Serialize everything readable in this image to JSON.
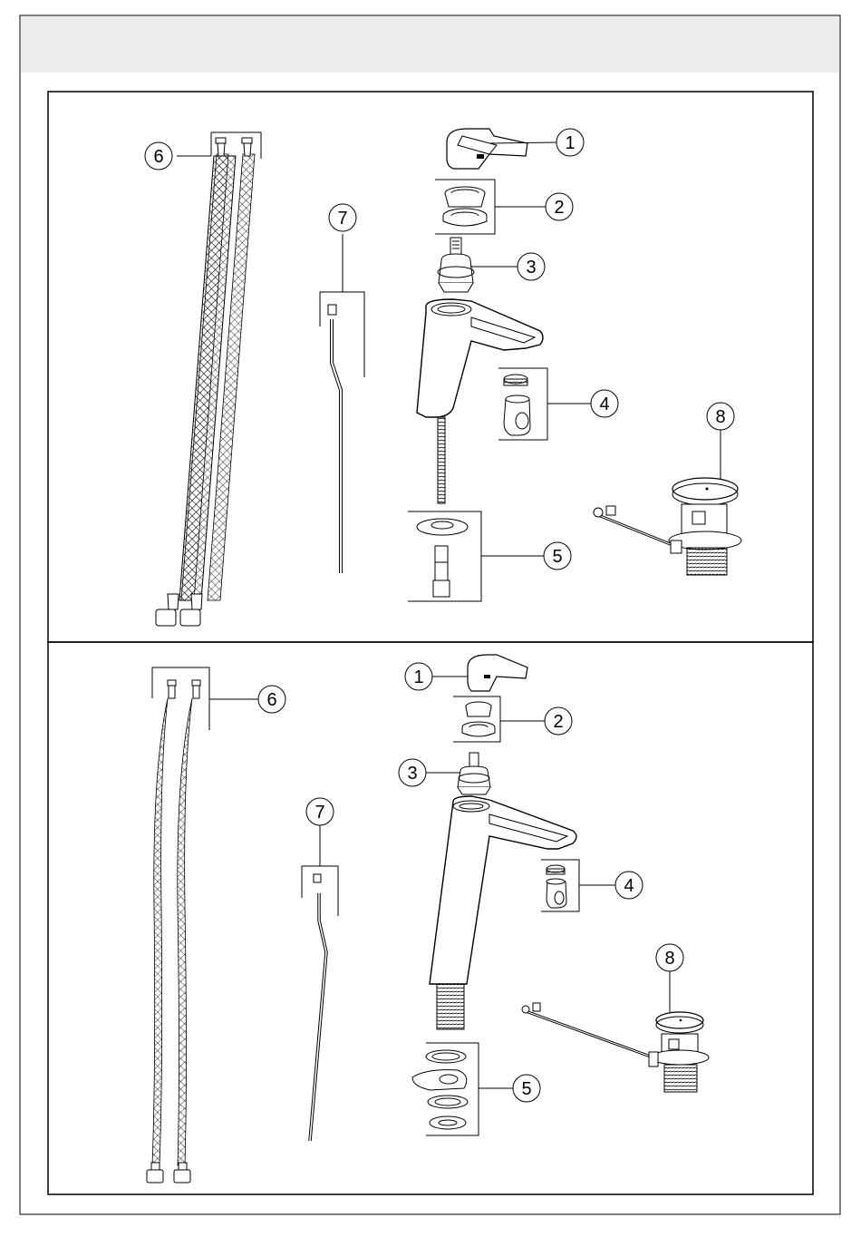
{
  "header": {
    "title": ""
  },
  "panels": [
    {
      "variant": "standard-basin-mixer",
      "callouts": [
        {
          "id": "handle",
          "number": "1"
        },
        {
          "id": "cartridge-cover",
          "number": "2"
        },
        {
          "id": "cartridge",
          "number": "3"
        },
        {
          "id": "aerator",
          "number": "4"
        },
        {
          "id": "fixing-set",
          "number": "5"
        },
        {
          "id": "flexible-hoses",
          "number": "6"
        },
        {
          "id": "pop-up-rod",
          "number": "7"
        },
        {
          "id": "pop-up-waste",
          "number": "8"
        }
      ]
    },
    {
      "variant": "tall-basin-mixer",
      "callouts": [
        {
          "id": "handle",
          "number": "1"
        },
        {
          "id": "cartridge-cover",
          "number": "2"
        },
        {
          "id": "cartridge",
          "number": "3"
        },
        {
          "id": "aerator",
          "number": "4"
        },
        {
          "id": "fixing-set",
          "number": "5"
        },
        {
          "id": "flexible-hoses",
          "number": "6"
        },
        {
          "id": "pop-up-rod",
          "number": "7"
        },
        {
          "id": "pop-up-waste",
          "number": "8"
        }
      ]
    }
  ],
  "colors": {
    "line": "#000000",
    "header_band": "#ececec",
    "fill": "#ffffff"
  }
}
